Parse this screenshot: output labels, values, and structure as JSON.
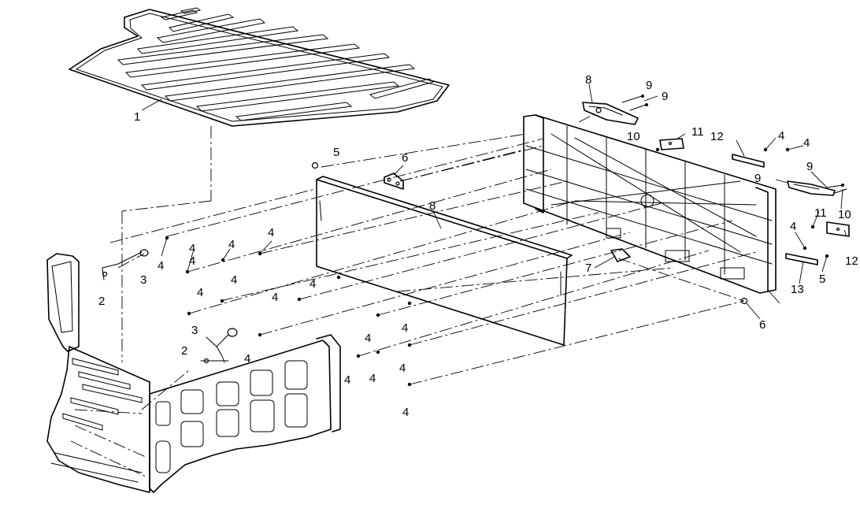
{
  "callouts": [
    {
      "id": "c1",
      "text": "1"
    },
    {
      "id": "c2a",
      "text": "2"
    },
    {
      "id": "c2b",
      "text": "2"
    },
    {
      "id": "c3a",
      "text": "3"
    },
    {
      "id": "c3b",
      "text": "3"
    },
    {
      "id": "c4a",
      "text": "4"
    },
    {
      "id": "c4b",
      "text": "4"
    },
    {
      "id": "c4c",
      "text": "4"
    },
    {
      "id": "c4d",
      "text": "4"
    },
    {
      "id": "c4e",
      "text": "4"
    },
    {
      "id": "c4f",
      "text": "4"
    },
    {
      "id": "c4g",
      "text": "4"
    },
    {
      "id": "c4h",
      "text": "4"
    },
    {
      "id": "c4i",
      "text": "4"
    },
    {
      "id": "c4j",
      "text": "4"
    },
    {
      "id": "c4k",
      "text": "4"
    },
    {
      "id": "c4l",
      "text": "4"
    },
    {
      "id": "c4m",
      "text": "4"
    },
    {
      "id": "c4n",
      "text": "4"
    },
    {
      "id": "c4o",
      "text": "4"
    },
    {
      "id": "c4p",
      "text": "4"
    },
    {
      "id": "c4q",
      "text": "4"
    },
    {
      "id": "c4r",
      "text": "4"
    },
    {
      "id": "c4s",
      "text": "4"
    },
    {
      "id": "c5a",
      "text": "5"
    },
    {
      "id": "c5b",
      "text": "5"
    },
    {
      "id": "c6a",
      "text": "6"
    },
    {
      "id": "c6b",
      "text": "6"
    },
    {
      "id": "c7",
      "text": "7"
    },
    {
      "id": "c8a",
      "text": "8"
    },
    {
      "id": "c8b",
      "text": "8"
    },
    {
      "id": "c9a",
      "text": "9"
    },
    {
      "id": "c9b",
      "text": "9"
    },
    {
      "id": "c9c",
      "text": "9"
    },
    {
      "id": "c9d",
      "text": "9"
    },
    {
      "id": "c10a",
      "text": "10"
    },
    {
      "id": "c10b",
      "text": "10"
    },
    {
      "id": "c11a",
      "text": "11"
    },
    {
      "id": "c11b",
      "text": "11"
    },
    {
      "id": "c12a",
      "text": "12"
    },
    {
      "id": "c12b",
      "text": "12"
    },
    {
      "id": "c13",
      "text": "13"
    }
  ]
}
